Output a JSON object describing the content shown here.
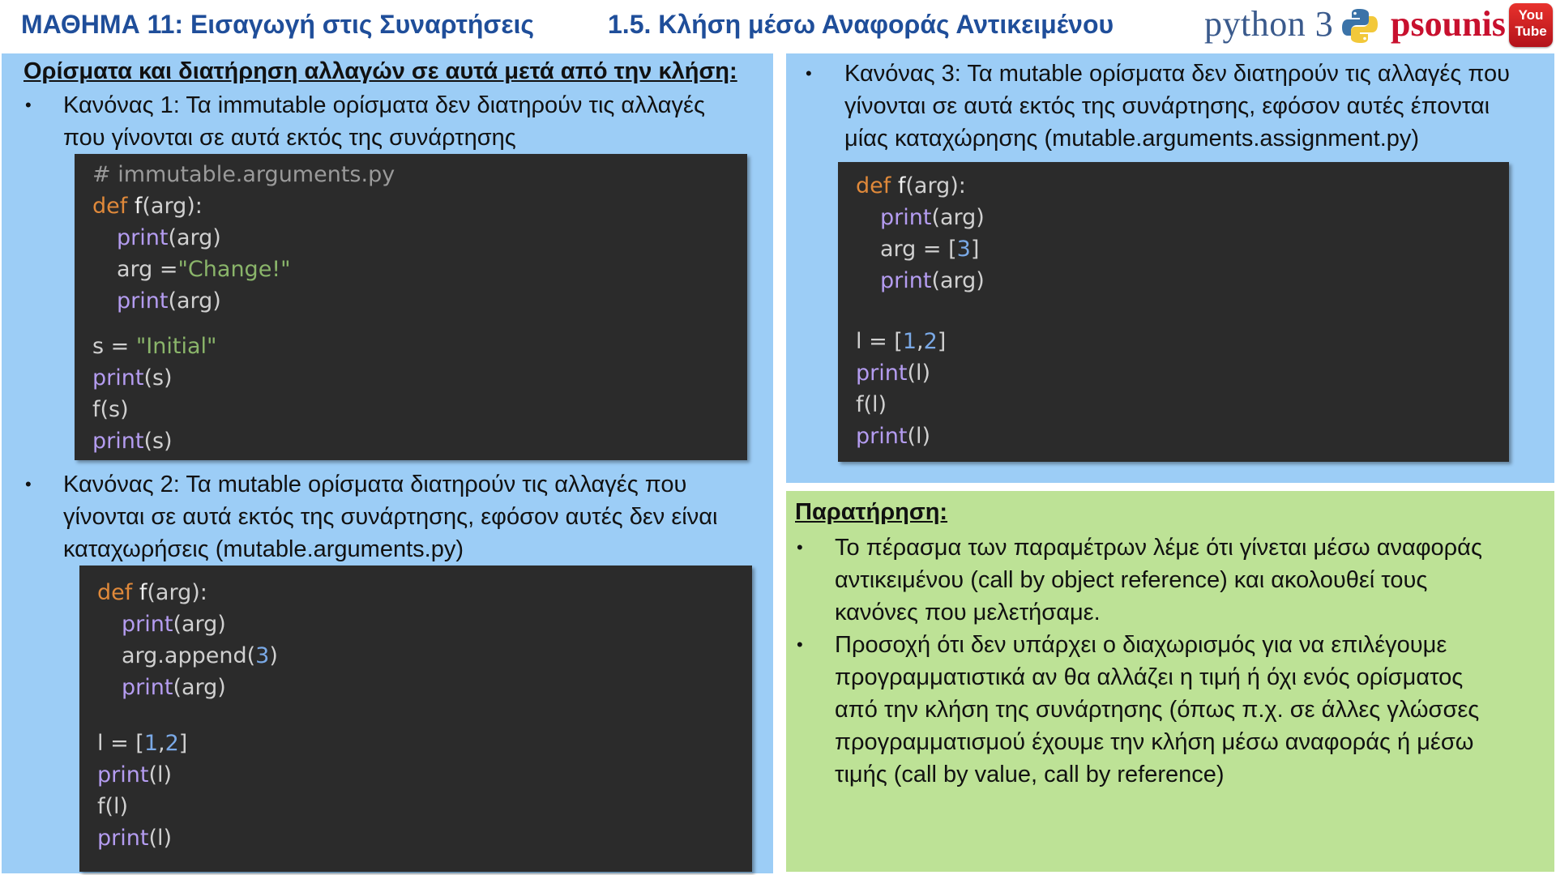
{
  "header": {
    "lesson_title": "ΜΑΘΗΜΑ 11: Εισαγωγή στις Συναρτήσεις",
    "section_title": "1.5. Κλήση μέσω Αναφοράς Αντικειμένου",
    "logo_python_text": "python 3",
    "logo_psounis_text": "psounis",
    "youtube_top": "You",
    "youtube_bottom": "Tube"
  },
  "left_panel": {
    "heading": "Ορίσματα και διατήρηση αλλαγών σε αυτά μετά από την κλήση:",
    "rule1": {
      "bullet": "•",
      "line1": "Κανόνας 1: Τα immutable ορίσματα δεν διατηρούν τις αλλαγές",
      "line2": "που γίνονται σε αυτά εκτός της συνάρτησης"
    },
    "code1": {
      "comment": "# immutable.arguments.py",
      "l2_kw": "def",
      "l2_fn": " f",
      "l2_rest": "(arg):",
      "l3_bi": "print",
      "l3_rest": "(arg)",
      "l4_a": "arg =",
      "l4_str": "\"Change!\"",
      "l5_bi": "print",
      "l5_rest": "(arg)",
      "l6_a": "s = ",
      "l6_str": "\"Initial\"",
      "l7_bi": "print",
      "l7_rest": "(s)",
      "l8": "f(s)",
      "l9_bi": "print",
      "l9_rest": "(s)"
    },
    "rule2": {
      "bullet": "•",
      "line1": "Κανόνας 2: Τα mutable ορίσματα διατηρούν τις αλλαγές που",
      "line2": "γίνονται σε αυτά εκτός της συνάρτησης, εφόσον αυτές δεν είναι",
      "line3": "καταχωρήσεις (mutable.arguments.py)"
    },
    "code2": {
      "l1_kw": "def",
      "l1_fn": " f",
      "l1_rest": "(arg):",
      "l2_bi": "print",
      "l2_rest": "(arg)",
      "l3_a": "arg.append(",
      "l3_num": "3",
      "l3_b": ")",
      "l4_bi": "print",
      "l4_rest": "(arg)",
      "l5_a": "l = [",
      "l5_n1": "1",
      "l5_c": ",",
      "l5_n2": "2",
      "l5_b": "]",
      "l6_bi": "print",
      "l6_rest": "(l)",
      "l7": "f(l)",
      "l8_bi": "print",
      "l8_rest": "(l)"
    }
  },
  "right_top_panel": {
    "rule3": {
      "bullet": "•",
      "line1": "Κανόνας 3: Τα mutable ορίσματα δεν διατηρούν τις αλλαγές που",
      "line2": "γίνονται σε αυτά εκτός της συνάρτησης, εφόσον αυτές έπονται",
      "line3": "μίας καταχώρησης (mutable.arguments.assignment.py)"
    },
    "code3": {
      "l1_kw": "def",
      "l1_fn": " f",
      "l1_rest": "(arg):",
      "l2_bi": "print",
      "l2_rest": "(arg)",
      "l3_a": "arg = [",
      "l3_num": "3",
      "l3_b": "]",
      "l4_bi": "print",
      "l4_rest": "(arg)",
      "l5_a": "l = [",
      "l5_n1": "1",
      "l5_c": ",",
      "l5_n2": "2",
      "l5_b": "]",
      "l6_bi": "print",
      "l6_rest": "(l)",
      "l7": "f(l)",
      "l8_bi": "print",
      "l8_rest": "(l)"
    }
  },
  "note_panel": {
    "heading": "Παρατήρηση:",
    "item1": {
      "bullet": "•",
      "line1": "Το πέρασμα των παραμέτρων λέμε ότι γίνεται μέσω αναφοράς",
      "line2": "αντικειμένου (call by object reference) και ακολουθεί τους",
      "line3": "κανόνες που μελετήσαμε."
    },
    "item2": {
      "bullet": "•",
      "line1": "Προσοχή ότι δεν υπάρχει ο διαχωρισμός για να επιλέγουμε",
      "line2": "προγραμματιστικά αν θα αλλάζει η τιμή ή όχι ενός ορίσματος",
      "line3": "από την κλήση της συνάρτησης (όπως π.χ. σε άλλες γλώσσες",
      "line4": "προγραμματισμού έχουμε την κλήση μέσω αναφοράς ή μέσω",
      "line5": "τιμής (call by value, call by reference)"
    }
  },
  "colors": {
    "title_blue": "#1f4e9a",
    "panel_blue": "#9ccdf6",
    "panel_green": "#bde296",
    "code_bg": "#2b2b2b",
    "keyword": "#e0893a",
    "builtin": "#b49cf0",
    "string": "#8ab56a",
    "number": "#7aa9e6",
    "psounis_red": "#c8102e"
  }
}
